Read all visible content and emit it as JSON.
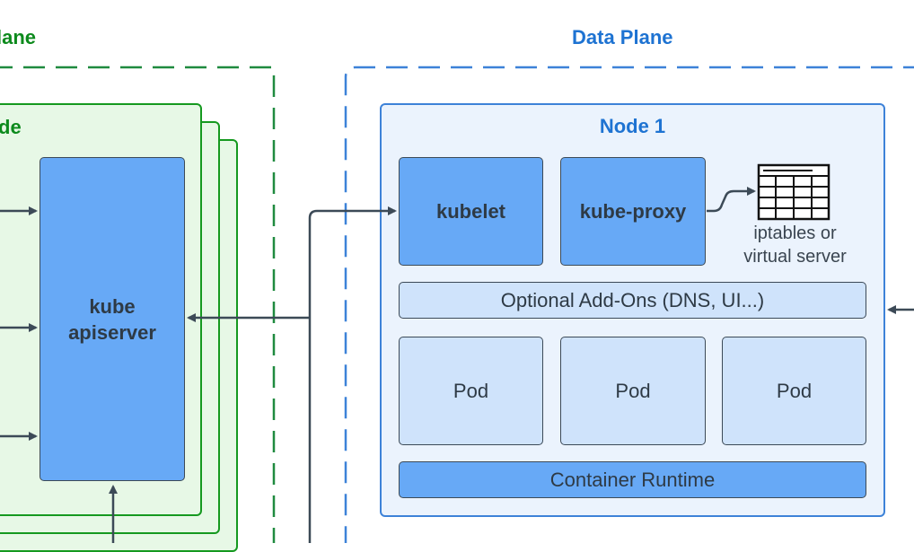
{
  "control_plane": {
    "title": "lane",
    "node_label": "de",
    "apiserver_label": "kube\napiserver"
  },
  "data_plane": {
    "title": "Data Plane",
    "node": {
      "title": "Node 1",
      "kubelet": "kubelet",
      "kube_proxy": "kube-proxy",
      "iptables_label": "iptables or\nvirtual server",
      "addons": "Optional Add-Ons (DNS, UI...)",
      "pods": [
        "Pod",
        "Pod",
        "Pod"
      ],
      "runtime": "Container Runtime"
    }
  },
  "colors": {
    "control_green": "#15991f",
    "data_blue": "#1e73d2",
    "component_blue": "#67a9f6",
    "light_blue": "#cfe3fb",
    "arrow": "#3c4a57"
  },
  "icons": {
    "iptables": "table-grid-icon"
  }
}
